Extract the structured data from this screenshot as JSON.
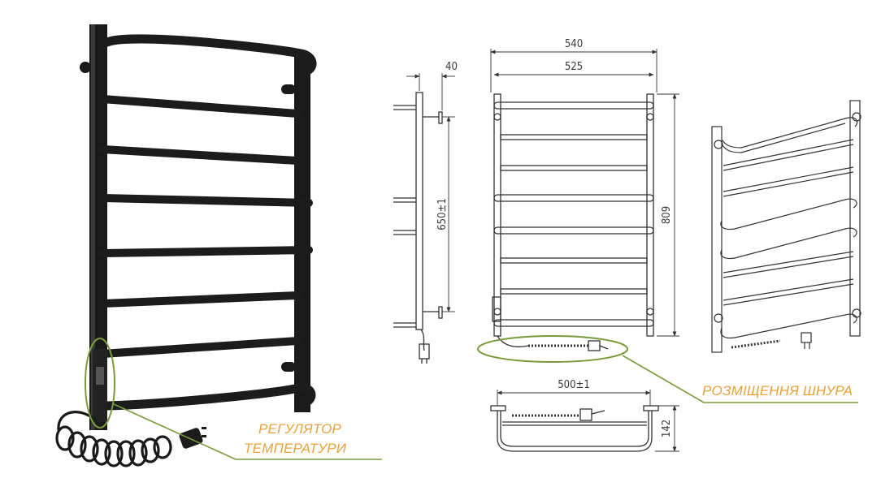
{
  "dimensions": {
    "depth": "40",
    "overall_width": "540",
    "width_inner": "525",
    "mount_distance": "650±1",
    "height": "809",
    "bottom_width": "500±1",
    "bottom_depth": "142"
  },
  "callouts": {
    "cord_placement": "РОЗМІЩЕННЯ ШНУРА",
    "regulator_line1": "РЕГУЛЯТОР",
    "regulator_line2": "ТЕМПЕРАТУРИ"
  },
  "colors": {
    "product": "#1c1c1c",
    "drawing_line": "#333333",
    "callout_ring": "#7a9a3c",
    "callout_text": "#e8a23a"
  }
}
